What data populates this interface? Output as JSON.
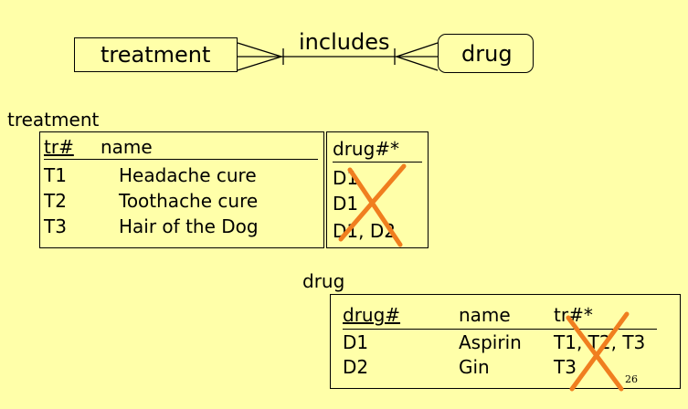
{
  "erd": {
    "entity_left": "treatment",
    "relationship": "includes",
    "entity_right": "drug"
  },
  "treatment_table": {
    "title": "treatment",
    "headers": [
      "tr#",
      "name"
    ],
    "rows": [
      {
        "id": "T1",
        "name": "Headache cure"
      },
      {
        "id": "T2",
        "name": "Toothache cure"
      },
      {
        "id": "T3",
        "name": "Hair of the Dog"
      }
    ],
    "fk_column": {
      "header": "drug#*",
      "values": [
        "D1",
        "D1",
        "D1, D2"
      ],
      "crossed_out": true
    }
  },
  "drug_table": {
    "title": "drug",
    "headers": [
      "drug#",
      "name",
      "tr#*"
    ],
    "rows": [
      {
        "id": "D1",
        "name": "Aspirin",
        "fk": "T1, T2, T3"
      },
      {
        "id": "D2",
        "name": "Gin",
        "fk": "T3"
      }
    ],
    "fk_crossed_out": true
  },
  "colors": {
    "background": "#ffffa9",
    "cross": "#f07e1f"
  },
  "page_number": "26"
}
